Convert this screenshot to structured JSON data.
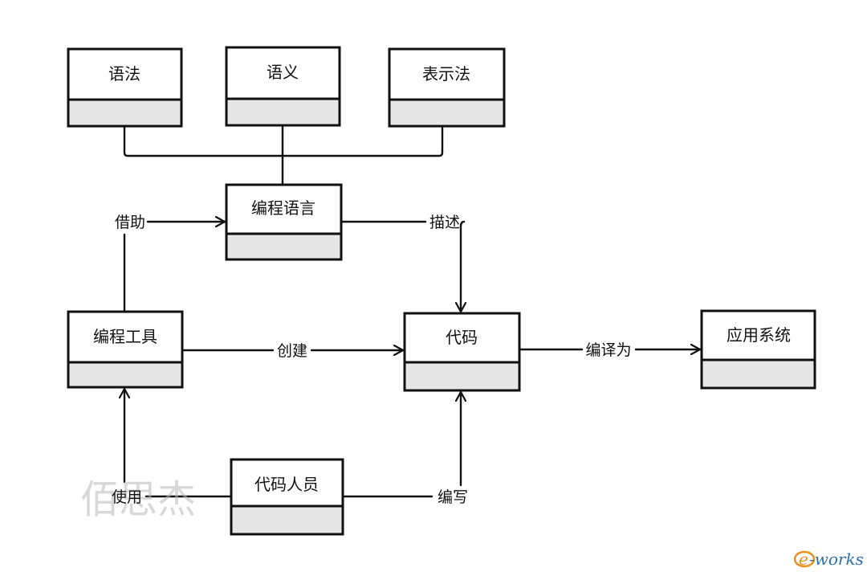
{
  "nodes": {
    "syntax": "语法",
    "semantics": "语义",
    "notation": "表示法",
    "programming_language": "编程语言",
    "programming_tools": "编程工具",
    "code": "代码",
    "application_system": "应用系统",
    "coder": "代码人员"
  },
  "edges": {
    "borrow": "借助",
    "describe": "描述",
    "create": "创建",
    "compile_to": "编译为",
    "use": "使用",
    "write": "编写"
  },
  "watermark": "佰思杰",
  "logo": {
    "prefix": "e",
    "suffix": "-works"
  },
  "colors": {
    "box_fill": "#ffffff",
    "compartment_fill": "#e6e6e6",
    "stroke": "#111111",
    "logo_orange": "#e8911c",
    "logo_blue": "#2a6fb0"
  }
}
